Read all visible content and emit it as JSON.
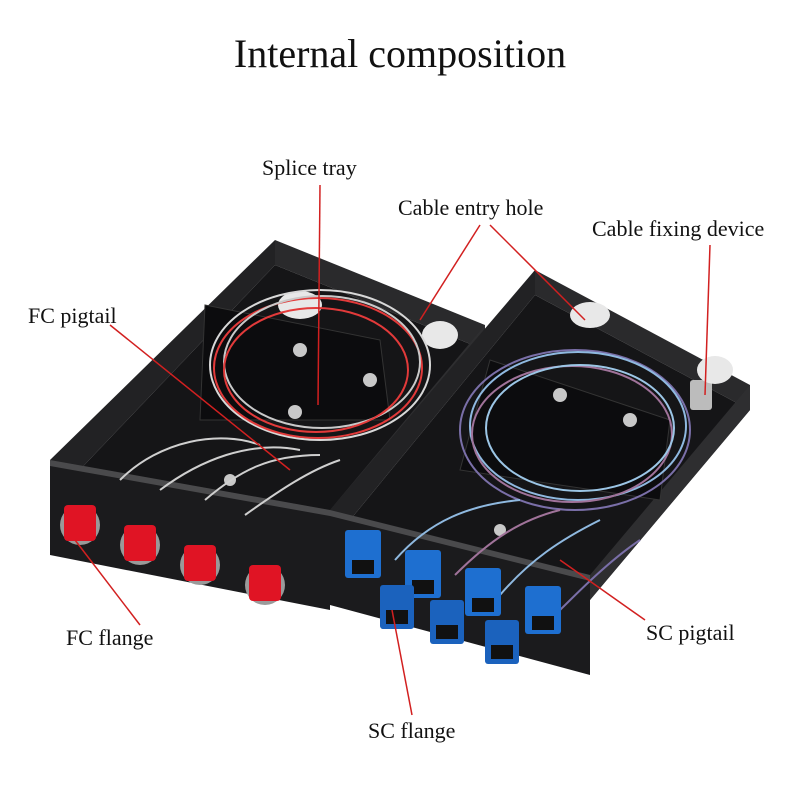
{
  "title": "Internal composition",
  "labels": {
    "splice_tray": "Splice tray",
    "cable_entry_hole": "Cable entry hole",
    "cable_fixing_device": "Cable fixing device",
    "fc_pigtail": "FC pigtail",
    "fc_flange": "FC flange",
    "sc_pigtail": "SC pigtail",
    "sc_flange": "SC flange"
  },
  "colors": {
    "leader_line": "#d22020",
    "box_black": "#1b1b1d",
    "fc_cap_red": "#e01424",
    "sc_blue": "#1e6fd0"
  }
}
